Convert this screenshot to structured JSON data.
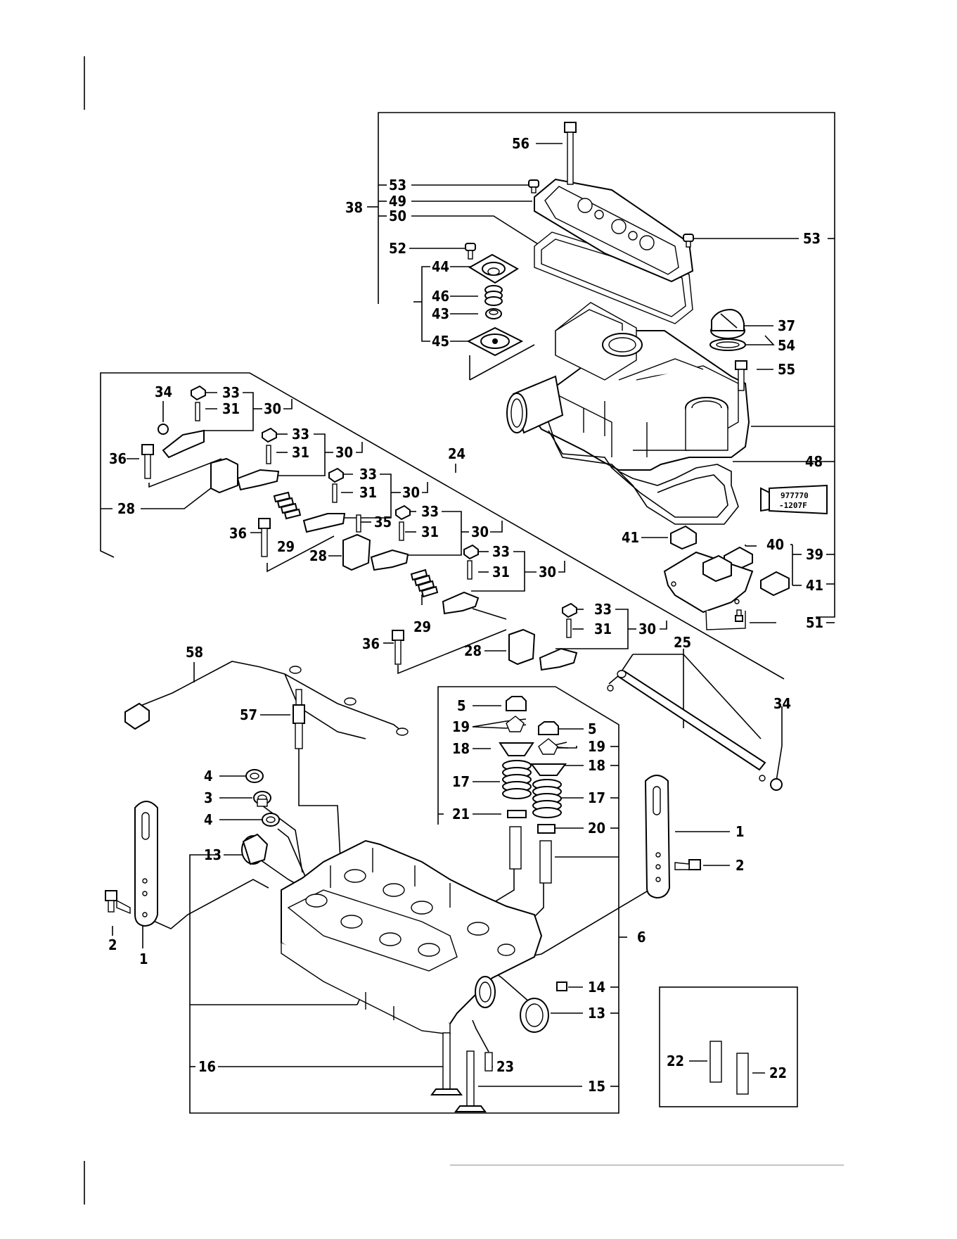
{
  "callouts": {
    "c1a": "1",
    "c1b": "1",
    "c2a": "2",
    "c2b": "2",
    "c3": "3",
    "c4a": "4",
    "c4b": "4",
    "c5a": "5",
    "c5b": "5",
    "c6": "6",
    "c13a": "13",
    "c13b": "13",
    "c14": "14",
    "c15": "15",
    "c16": "16",
    "c17a": "17",
    "c17b": "17",
    "c18a": "18",
    "c18b": "18",
    "c19a": "19",
    "c19b": "19",
    "c20": "20",
    "c21": "21",
    "c22a": "22",
    "c22b": "22",
    "c23": "23",
    "c24": "24",
    "c25": "25",
    "c28a": "28",
    "c28b": "28",
    "c28c": "28",
    "c29a": "29",
    "c29b": "29",
    "c30a": "30",
    "c30b": "30",
    "c30c": "30",
    "c30d": "30",
    "c30e": "30",
    "c30f": "30",
    "c31a": "31",
    "c31b": "31",
    "c31c": "31",
    "c31d": "31",
    "c31e": "31",
    "c31f": "31",
    "c33a": "33",
    "c33b": "33",
    "c33c": "33",
    "c33d": "33",
    "c33e": "33",
    "c33f": "33",
    "c34a": "34",
    "c34b": "34",
    "c35": "35",
    "c36a": "36",
    "c36b": "36",
    "c36c": "36",
    "c37": "37",
    "c38": "38",
    "c39": "39",
    "c40": "40",
    "c41a": "41",
    "c41b": "41",
    "c43": "43",
    "c44": "44",
    "c45": "45",
    "c46": "46",
    "c48": "48",
    "c49": "49",
    "c50": "50",
    "c51": "51",
    "c52": "52",
    "c53a": "53",
    "c53b": "53",
    "c54": "54",
    "c55": "55",
    "c56": "56",
    "c57": "57",
    "c58": "58"
  },
  "sealant_tube": {
    "line1": "977770",
    "line2": "-1207F"
  }
}
